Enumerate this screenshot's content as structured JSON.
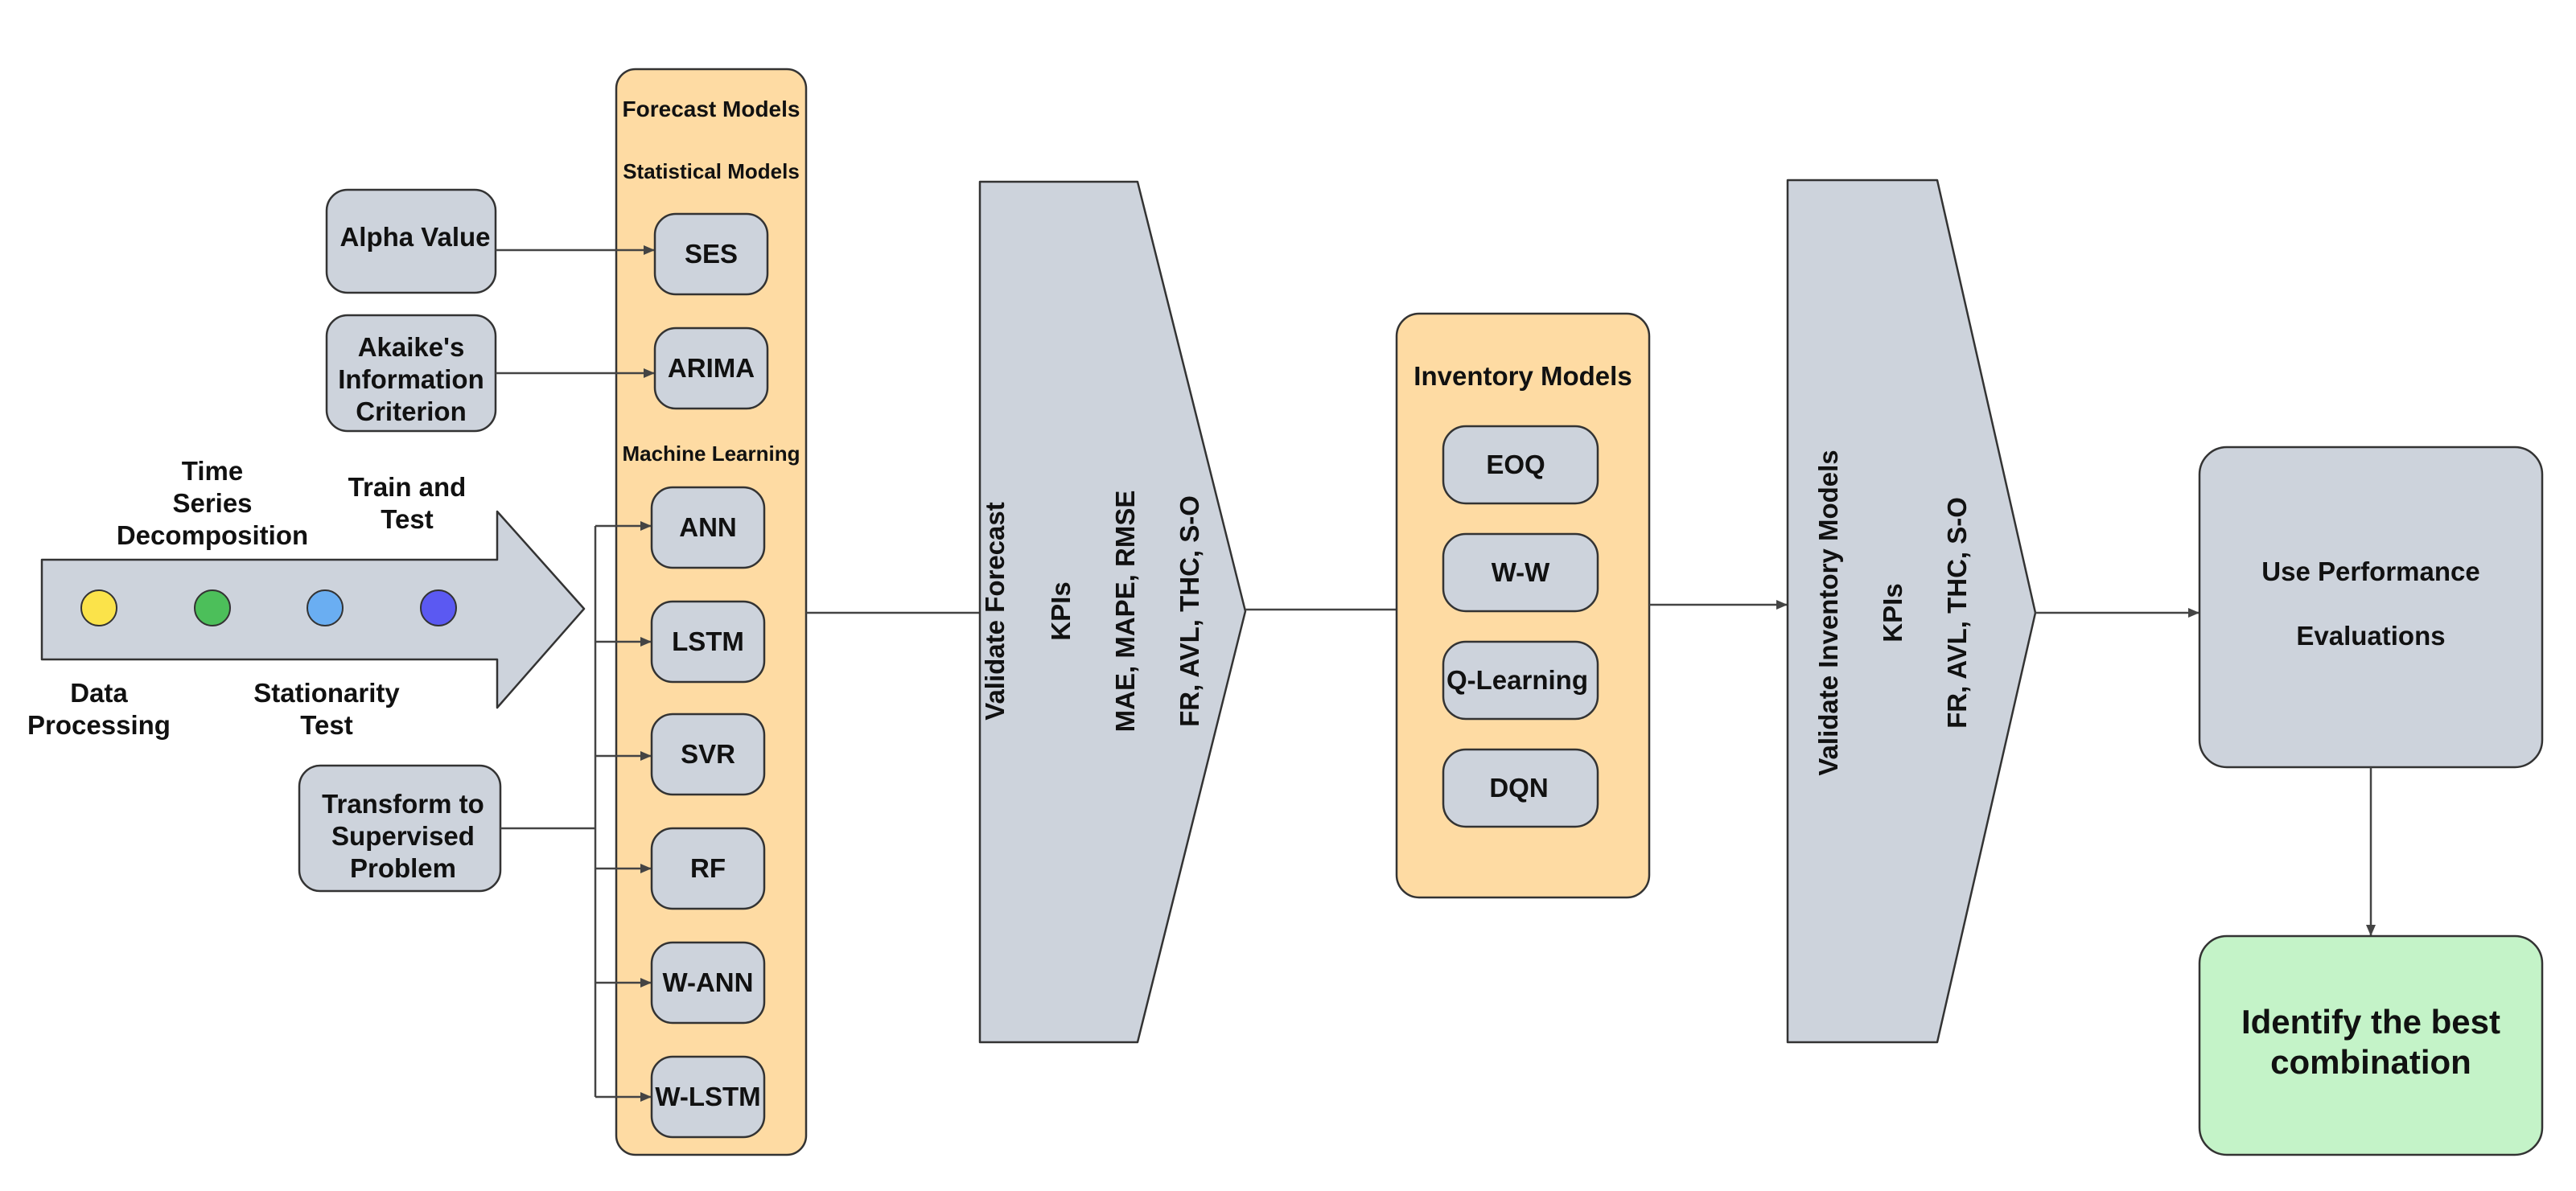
{
  "forecast_models": {
    "title": "Forecast Models",
    "statistical_title": "Statistical Models",
    "ml_title": "Machine Learning",
    "statistical": [
      "SES",
      "ARIMA"
    ],
    "machine_learning": [
      "ANN",
      "LSTM",
      "SVR",
      "RF",
      "W-ANN",
      "W-LSTM"
    ]
  },
  "inputs": {
    "alpha": [
      "Alpha Value"
    ],
    "aic": [
      "Akaike's",
      "Information",
      "Criterion"
    ],
    "transform": [
      "Transform to",
      "Supervised",
      "Problem"
    ]
  },
  "pipeline": {
    "steps_top": [
      [
        "Time",
        "Series",
        "Decomposition"
      ],
      [
        "Train and",
        "Test"
      ]
    ],
    "steps_bottom": [
      [
        "Data",
        "Processing"
      ],
      [
        "Stationarity",
        "Test"
      ]
    ],
    "dot_colors": [
      "#fbe34a",
      "#4cbf5a",
      "#6aaef2",
      "#5b59f2"
    ]
  },
  "validate_forecast": {
    "lines": [
      "Validate Forecast",
      "KPIs",
      "MAE, MAPE, RMSE",
      "FR, AVL, THC, S-O"
    ]
  },
  "inventory_models": {
    "title": "Inventory Models",
    "items": [
      "EOQ",
      "W-W",
      "Q-Learning",
      "DQN"
    ]
  },
  "validate_inventory": {
    "lines": [
      "Validate Inventory Models",
      "KPIs",
      "FR, AVL, THC, S-O"
    ]
  },
  "performance": {
    "lines": [
      "Use Performance",
      "Evaluations"
    ]
  },
  "result": {
    "lines": [
      "Identify the best",
      "combination"
    ]
  },
  "colors": {
    "box_fill": "#cdd3dc",
    "panel_fill": "#fedba3",
    "result_fill": "#c4f3c8",
    "stroke": "#333333",
    "line": "#444444"
  }
}
